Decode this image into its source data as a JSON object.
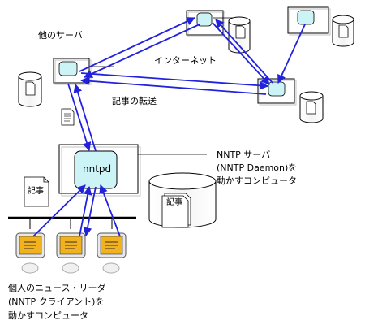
{
  "labels": {
    "other_servers": "他のサーバ",
    "internet": "インターネット",
    "article_transfer": "記事の転送",
    "nntpd": "nntpd",
    "nntp_server": "NNTP サーバ\n(NNTP Daemon)を\n動かすコンピュータ",
    "article_doc": "記事",
    "article_db": "記事",
    "clients": "個人のニュース・リーダ\n(NNTP クライアント)を\n動かすコンピュータ"
  },
  "colors": {
    "arrow": "#2222dd",
    "process_fill": "#ccf4f6",
    "screen_fill": "#f2b21e",
    "line": "#000000",
    "shadow": "#888888"
  },
  "icons": {
    "process": "process-icon",
    "database": "database-icon",
    "document": "document-icon",
    "client": "client-computer-icon"
  }
}
